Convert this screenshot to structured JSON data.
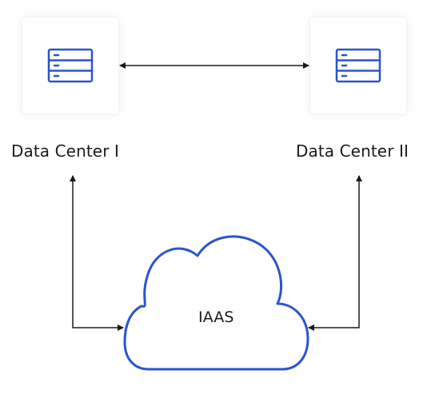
{
  "nodes": {
    "dc1": {
      "label": "Data Center I",
      "icon": "server-rack-icon"
    },
    "dc2": {
      "label": "Data Center II",
      "icon": "server-rack-icon"
    },
    "cloud": {
      "label": "IAAS",
      "icon": "cloud-icon"
    }
  },
  "edges": [
    {
      "from": "dc1",
      "to": "dc2",
      "direction": "both"
    },
    {
      "from": "dc1",
      "to": "cloud",
      "direction": "both"
    },
    {
      "from": "dc2",
      "to": "cloud",
      "direction": "both"
    }
  ],
  "colors": {
    "accent": "#2a55cc",
    "line": "#1b1b1f",
    "text": "#1b1b1f"
  }
}
